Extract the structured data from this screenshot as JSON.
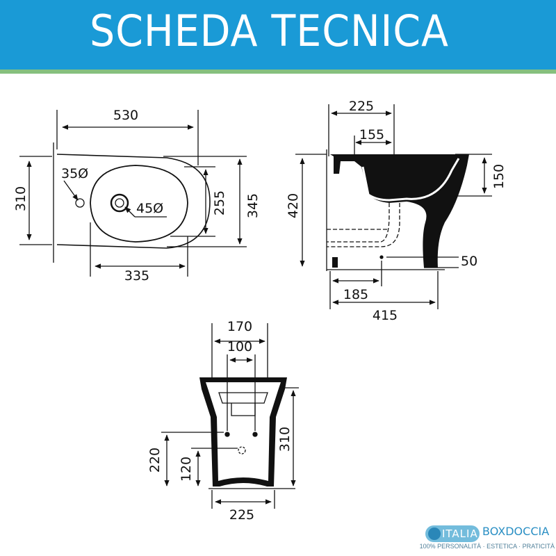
{
  "header": {
    "title": "SCHEDA TECNICA"
  },
  "colors": {
    "header_bg": "#1a9ad6",
    "strip": "#86c07e",
    "ink": "#111111"
  },
  "top_view": {
    "width": "530",
    "depth": "310",
    "tap_hole": "35Ø",
    "drain_hole": "45Ø",
    "bowl_depth": "255",
    "rim_depth": "345",
    "bowl_length": "335"
  },
  "side_view": {
    "top_width": "225",
    "tap_offset": "155",
    "height": "420",
    "rim_height": "150",
    "drain_height": "50",
    "drain_offset": "185",
    "total_depth": "415"
  },
  "front_view": {
    "top_width": "170",
    "fixing_spacing": "100",
    "fixing_height": "220",
    "drain_height": "120",
    "height": "310",
    "base_width": "225"
  },
  "logo": {
    "italia": "ITALIA",
    "brand": "BOXDOCCIA",
    "tagline": "100% PERSONALITÀ · ESTETICA · PRATICITÀ"
  }
}
